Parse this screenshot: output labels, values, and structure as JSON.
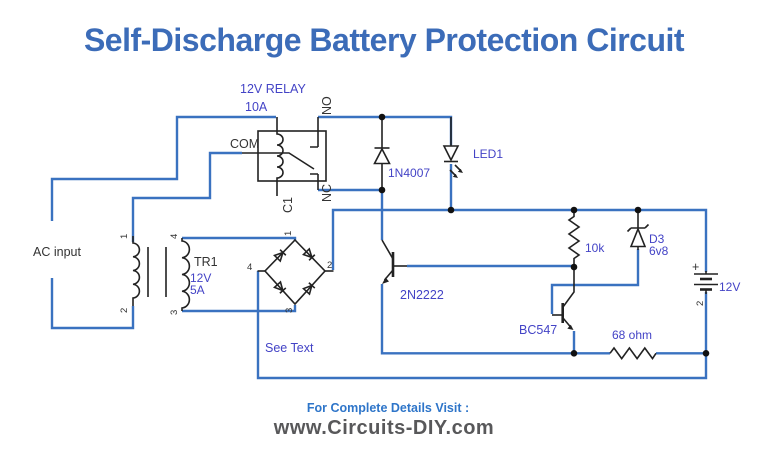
{
  "title": "Self-Discharge Battery Protection Circuit",
  "colors": {
    "wire": "#3a72c0",
    "component": "#222222",
    "label": "#4343c6",
    "title": "#3c6cb8",
    "footer_heading": "#2e75c9",
    "footer_url": "#58585a"
  },
  "schematic": {
    "relay": {
      "name": "12V RELAY",
      "rating": "10A",
      "com": "COM",
      "no": "NO",
      "nc": "NC",
      "coil_pin": "C1"
    },
    "ac": {
      "label": "AC input"
    },
    "transformer": {
      "ref": "TR1",
      "voltage": "12V",
      "current": "5A",
      "pin1": "1",
      "pin2": "2",
      "pin3": "3",
      "pin4": "4"
    },
    "bridge": {
      "note": "See Text",
      "pin1": "1",
      "pin2": "2",
      "pin3": "3",
      "pin4": "4"
    },
    "d1": {
      "ref": "1N4007"
    },
    "led": {
      "ref": "LED1"
    },
    "q1": {
      "ref": "2N2222"
    },
    "q2": {
      "ref": "BC547"
    },
    "r1": {
      "value": "10k"
    },
    "r2": {
      "value": "68 ohm"
    },
    "d3": {
      "ref": "D3",
      "value": "6v8"
    },
    "battery": {
      "plus": "+",
      "voltage": "12V",
      "pin": "2"
    }
  },
  "footer": {
    "line1": "For Complete Details Visit :",
    "line2": "www.Circuits-DIY.com"
  }
}
